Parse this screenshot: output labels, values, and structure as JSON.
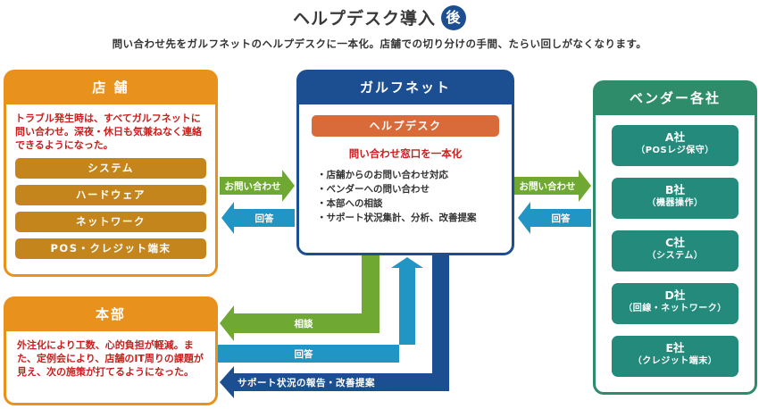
{
  "header": {
    "title": "ヘルプデスク導入",
    "badge": "後",
    "subtitle": "問い合わせ先をガルフネットのヘルプデスクに一本化。店舗での切り分けの手間、たらい回しがなくなります。"
  },
  "store": {
    "title": "店 舗",
    "description": "トラブル発生時は、すべてガルフネットに問い合わせ。深夜・休日も気兼ねなく連絡できるようになった。",
    "items": [
      "システム",
      "ハードウェア",
      "ネットワーク",
      "POS・クレジット端末"
    ]
  },
  "hq": {
    "title": "本部",
    "description": "外注化により工数、心的負担が軽減。また、定例会により、店舗のIT周りの課題が見え、次の施策が打てるようになった。"
  },
  "gulfnet": {
    "title": "ガルフネット",
    "helpdesk": "ヘルプデスク",
    "subtitle": "問い合わせ窓口を一本化",
    "services": [
      "・店舗からのお問い合わせ対応",
      "・ベンダーへの問い合わせ",
      "・本部への相談",
      "・サポート状況集計、分析、改善提案"
    ]
  },
  "vendors": {
    "title": "ベンダー各社",
    "items": [
      {
        "name": "A社",
        "desc": "（POSレジ保守）"
      },
      {
        "name": "B社",
        "desc": "（機器操作）"
      },
      {
        "name": "C社",
        "desc": "（システム）"
      },
      {
        "name": "D社",
        "desc": "（回線・ネットワーク）"
      },
      {
        "name": "E社",
        "desc": "（クレジット端末）"
      }
    ]
  },
  "arrows": {
    "store_inquiry": "お問い合わせ",
    "store_answer": "回答",
    "vendor_inquiry": "お問い合わせ",
    "vendor_answer": "回答",
    "hq_consult": "相談",
    "hq_answer": "回答",
    "hq_report": "サポート状況の報告・改善提案"
  },
  "colors": {
    "store_orange": "#e8911c",
    "gold": "#c4861c",
    "gulf_blue": "#1c4f91",
    "helpdesk_orange": "#d96a3a",
    "vendor_green": "#2e8c6a",
    "vendor_teal": "#238a7c",
    "arrow_green": "#6fa832",
    "arrow_cyan": "#2196c4",
    "arrow_navy": "#1c4f91",
    "accent_red": "#c8201e"
  }
}
